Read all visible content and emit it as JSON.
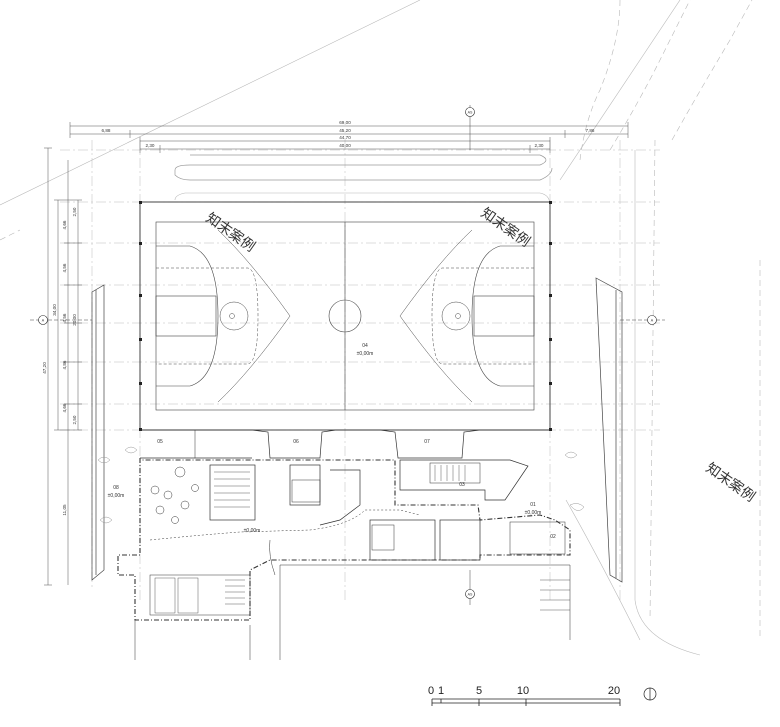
{
  "dimensions": {
    "top": {
      "overall": "69,00",
      "left_offset": "6,88",
      "right_offset": "7,86",
      "building_width": "45,20",
      "inner_width": "44,70",
      "court_width": "40,00",
      "left_margin": "2,30",
      "right_margin": "2,30"
    },
    "left": {
      "overall": "47,20",
      "hall_depth": "34,00",
      "court_depth": "20,00",
      "annex_depth": "11,05",
      "seg_a": "2,50",
      "seg_b": "4,66",
      "seg_c": "4,56",
      "seg_d": "4,56",
      "seg_e": "4,86",
      "seg_f": "4,66",
      "seg_g": "2,50"
    }
  },
  "rooms": {
    "r01": "01",
    "r02": "02",
    "r03": "03",
    "r04": "04",
    "r05": "05",
    "r06": "06",
    "r07": "07",
    "r08": "08"
  },
  "levels": {
    "court": "±0,00m",
    "hall": "±0,00m",
    "room01": "±0,00m",
    "room08": "±0,00m"
  },
  "section_markers": {
    "north": "AS",
    "south": "AS",
    "west": "A",
    "east": "A"
  },
  "scale_bar": {
    "t0": "0",
    "t1": "1",
    "t5": "5",
    "t10": "10",
    "t20": "20"
  },
  "watermarks": [
    "知末案例",
    "知末案例",
    "知末案例"
  ]
}
